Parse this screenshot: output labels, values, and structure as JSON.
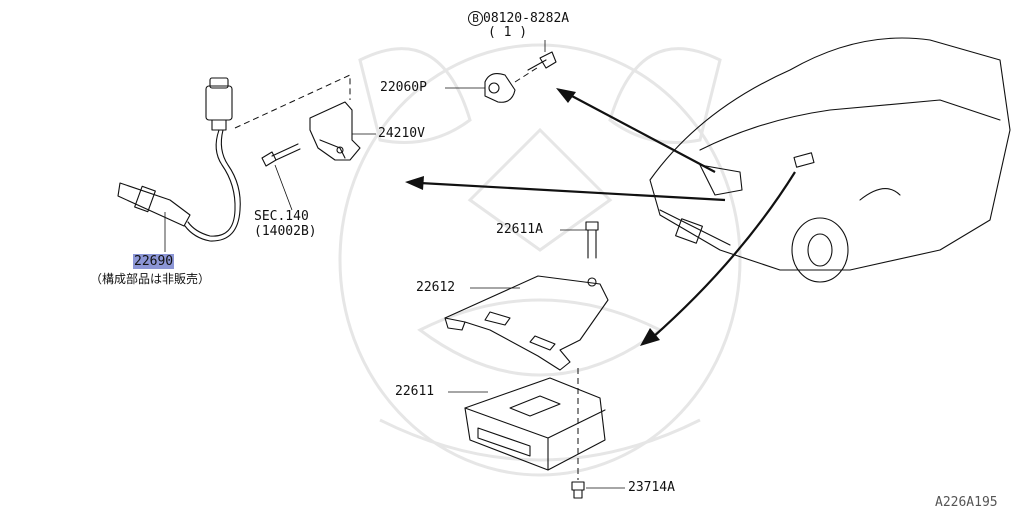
{
  "diagram": {
    "parts": {
      "bolt_bracket": "08120-8282A",
      "bolt_bracket_b": "B",
      "bolt_bracket_qty": "( 1 )",
      "knock_sensor": "22060P",
      "bracket": "24210V",
      "sec_ref": "SEC.140",
      "sec_ref_part": "(14002B)",
      "o2_sensor": "22690",
      "o2_note": "（構成部品は非販売）",
      "ecu_bolt": "22611A",
      "ecu_bracket": "22612",
      "ecu": "22611",
      "ecu_lower_bolt": "23714A"
    },
    "code": "A226A195"
  }
}
